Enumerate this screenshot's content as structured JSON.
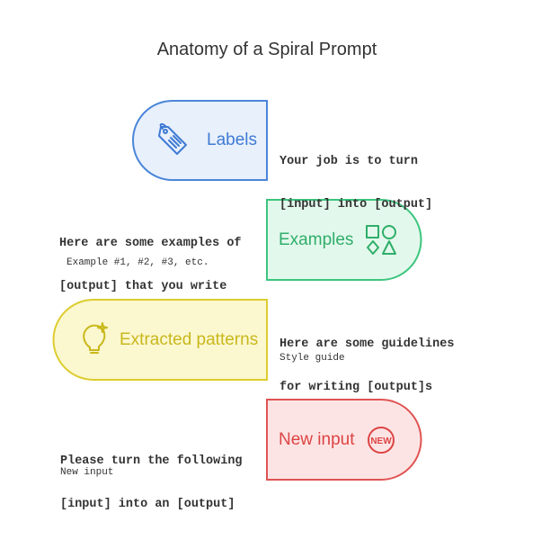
{
  "title": "Anatomy of a Spiral Prompt",
  "colors": {
    "labels": {
      "stroke": "#4a86d9",
      "fill": "#e8f0fc",
      "text": "#3f7bd2"
    },
    "examples": {
      "stroke": "#3cc57e",
      "fill": "#e3f8ec",
      "text": "#2fae6a"
    },
    "patterns": {
      "stroke": "#dccd2e",
      "fill": "#fbf7cf",
      "text": "#c9b81c"
    },
    "newinput": {
      "stroke": "#e05353",
      "fill": "#fde4e4",
      "text": "#dc4444"
    }
  },
  "sections": {
    "labels": {
      "label": "Labels",
      "icon": "tag-icon",
      "heading_line1": "Your job is to turn",
      "heading_line2": "[input] into [output]"
    },
    "examples": {
      "label": "Examples",
      "icon": "shapes-icon",
      "heading_line1": "Here are some examples of",
      "heading_line2": "[output] that you write",
      "detail": "Example #1, #2, #3, etc."
    },
    "patterns": {
      "label": "Extracted patterns",
      "icon": "lightbulb-icon",
      "heading_line1": "Here are some guidelines",
      "heading_line2": "for writing [output]s",
      "detail": "Style guide"
    },
    "newinput": {
      "label": "New input",
      "icon": "new-badge-icon",
      "icon_text": "NEW",
      "heading_line1": "Please turn the following",
      "heading_line2": "[input] into an [output]",
      "detail": "New input"
    }
  }
}
